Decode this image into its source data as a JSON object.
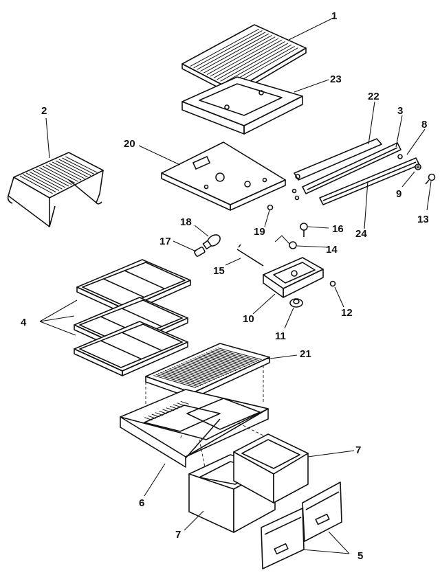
{
  "callouts": {
    "p1": "1",
    "p2": "2",
    "p3": "3",
    "p4": "4",
    "p5": "5",
    "p6": "6",
    "p7a": "7",
    "p7b": "7",
    "p8": "8",
    "p9": "9",
    "p10": "10",
    "p11": "11",
    "p12": "12",
    "p13": "13",
    "p14": "14",
    "p15": "15",
    "p16": "16",
    "p17": "17",
    "p18": "18",
    "p19": "19",
    "p20": "20",
    "p21": "21",
    "p22": "22",
    "p23": "23",
    "p24": "24"
  },
  "colors": {
    "ink": "#111111",
    "paper": "#ffffff"
  }
}
